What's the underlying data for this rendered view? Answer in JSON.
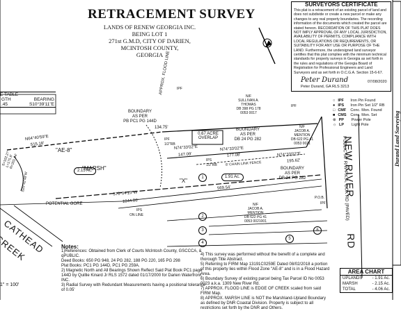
{
  "title": "RETRACEMENT SURVEY",
  "subtitle": [
    "LANDS OF RENEW GEORGIA INC.",
    "BEING LOT 1",
    "271st G.M.D, CITY OF DARIEN,",
    "MCINTOSH COUNTY,",
    "GEORGIA"
  ],
  "certificate": {
    "heading": "SURVEYORS CERTIFICATE",
    "text": "This plat is a retracement of an existing parcel of land and does not subdivide or create a new parcel or make any changes to any real property boundaries. The recording information of the documents which created the parcel are stated hereon. RECORDATION OF THIS PLAT DOES NOT IMPLY APPROVAL OF ANY LOCAL JURISDICTION, AVAILABILITY OF PERMITS, COMPLIANCE WITH LOCAL REGULATIONS OR REQUIREMENTS, OR SUITABILITY FOR ANY USE OR PURPOSE OF THE LAND. Furthermore, the undersigned land surveyor certifies that this plat complies with the minimum technical standards for property surveys in Georgia as set forth in the rules and regulations of the Georgia Board of Registration for Professional Engineers and Land Surveyors and as set forth in O.C.G.A. Section 15-6-67.",
    "signature": "Peter Durand",
    "signer": "Peter Durand, GA RLS 3213",
    "date": "07/08/2020"
  },
  "legend": [
    {
      "abbr": "IPF",
      "desc": "Iron Pin Found"
    },
    {
      "abbr": "IPS",
      "desc": "Iron Pin Set 1/2\" RB"
    },
    {
      "abbr": "CMF",
      "desc": "Conc. Mon. Found"
    },
    {
      "abbr": "CMS",
      "desc": "Conc. Mon. Set"
    },
    {
      "abbr": "PP",
      "desc": "Power Pole"
    },
    {
      "abbr": "LP",
      "desc": "Light Pole"
    }
  ],
  "side_strip": "Durand Land Surveying",
  "curve_table": {
    "header": [
      "E TABLE",
      ""
    ],
    "cols": [
      "GTH",
      "BEARING"
    ],
    "row": [
      ".45",
      "S10°39'11\"E"
    ]
  },
  "labels": {
    "approx_flood": "APPROX. FLOOD LINE",
    "boundary_pb": [
      "BOUNDARY",
      "AS PER",
      "PB PC1 PG 144D"
    ],
    "acre_overlap": [
      "0.67 ACRE",
      "OVERLAP"
    ],
    "boundary_db1": [
      "BOUNDARY",
      "AS PER",
      "DB 24 PG 282"
    ],
    "boundary_db2": [
      "BOUNDARY",
      "AS PER",
      "DB 24 PG 282"
    ],
    "sullivan": [
      "N/F",
      "SULLIVAN A.",
      "THOMAS",
      "DB 398 PG 178",
      "0053 0017"
    ],
    "jacob1": [
      "N/F",
      "JACOB A.",
      "MENTION",
      "DB 622 PG 41",
      "0053 0021"
    ],
    "jacob2": [
      "N/F",
      "JACOB A.",
      "MENTION",
      "DB 622 PG 41",
      "0053 0021001"
    ],
    "new_river": "NEW RIVER",
    "road": "PUBLIC 50' R/W F.K.A. COX RD (PAVED)",
    "rd": "RD",
    "ae8": "\"AE-8\"",
    "marsh": "\"MARSH\"",
    "x": "\"X\"",
    "area1": "2.15 Ac.",
    "area2": "1.91 Ac.",
    "cathead": "CATHEAD",
    "creek": "CREEK",
    "potential_gore": "POTENTIAL GORE",
    "chain_fence": "8' CHAIN LINK FENCE",
    "brg1": "N64°40'59\"E",
    "dist1": "515.18'",
    "brg2": "N74°33'02\"E",
    "dist2": "147.09'",
    "brg3": "N74°33'02\"E",
    "dist3": "177.08'",
    "brg4": "N74°33'02\"E",
    "dist4": "195.62'",
    "brg5": "S70°04'13\"W",
    "dist5": "1044.86'",
    "dist6": "569.54'",
    "dist7": "134.75'",
    "curve": [
      "S=102.27'",
      "L=175.8'",
      "R=201.94'"
    ],
    "brg_w": "S20°42'48\"W",
    "pob": "P.O.B.",
    "ipf": "IPF",
    "ips": "IPS",
    "rb": "1/2\"RB",
    "on_line": "ON LINE",
    "circles": [
      "1",
      "2",
      "3",
      "4",
      "5",
      "6"
    ]
  },
  "notes_heading": "Notes:",
  "notes_left": [
    "1)References: Obtained from Clerk of Courts McIntosh County, GSCCCA, & qPUBLIC.",
    "Deed Books: 650 PG 948, 24 PG 282, 188 PG 220, 165 PG 298",
    "Plat Books: PC1 PG 144D, PC1 PG 259A.",
    "2) Magnetic North and All Bearings Shown Reflect Said Plat Book PC1 page 144D by Quillie Kinard Jr RLS 1572 dated 01/17/2000 for Darien Waterfront, INC.",
    "3) Radial Survey with Redundant Measurements having a positional tolerance of 0.05'"
  ],
  "notes_right": [
    "4) This survey was performed without the benefit of a complete and thorough Title Abstract.",
    "5) Referring to FIRM Map 13191C0259E Dated 08/02/2018 a portion of this property lies within Flood Zone \"AE-8\" and is in a Flood Hazard Area.",
    "6) Boundary Survey of existing parcel being Tax Parcel ID No 0053 0023 a.k.a. 1309 New River Rd.",
    "7) APPROX. FLOOD LINE is EDGE OF CREEK scaled from said FIRM Map.",
    "8) APPROX. MARSH LINE is NOT the Marshland-Upland Boundary as defined by DNR Coastal Division. Property is subject to all restrictions set forth by the DNR and Others."
  ],
  "area_chart": {
    "heading": "AREA CHART",
    "rows": [
      {
        "k": "UPLANDS",
        "v": "- 1.91 Ac."
      },
      {
        "k": "MARSH",
        "v": "- 2.15 Ac."
      },
      {
        "k": "TOTAL",
        "v": "- 4.06 Ac."
      }
    ]
  },
  "scale": "1\" = 100'"
}
